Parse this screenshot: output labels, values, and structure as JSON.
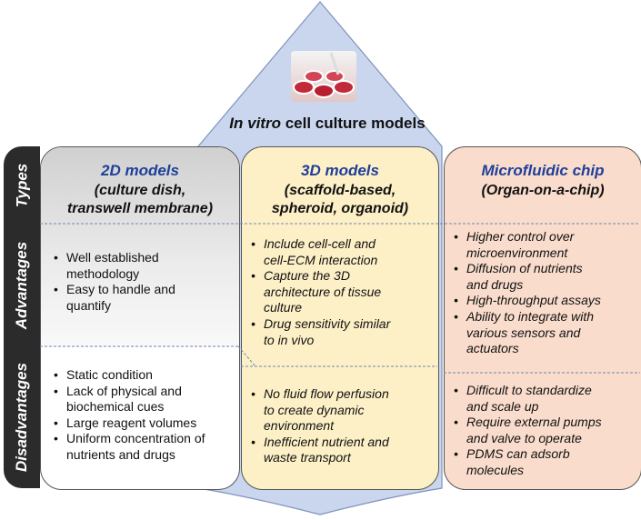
{
  "header": {
    "title_italic": "In vitro",
    "title_rest": " cell culture models",
    "image_icon": "cell-culture-plate-photo"
  },
  "rows": {
    "types": "Types",
    "advantages": "Advantages",
    "disadvantages": "Disadvantages"
  },
  "columns": [
    {
      "title": "2D models",
      "subtitle_lines": [
        "(culture dish,",
        "transwell membrane)"
      ],
      "advantages": [
        "Well established",
        "methodology",
        "Easy to handle and",
        "quantify"
      ],
      "advantage_bullets": [
        0,
        2
      ],
      "disadvantages": [
        "Static condition",
        "Lack of physical and",
        "biochemical cues",
        "Large reagent volumes",
        "Uniform concentration of",
        "nutrients and drugs"
      ],
      "disadvantage_bullets": [
        0,
        1,
        3,
        4
      ]
    },
    {
      "title": "3D models",
      "subtitle_lines": [
        "(scaffold-based,",
        "spheroid, organoid)"
      ],
      "advantages": [
        "Include cell-cell and",
        "cell-ECM interaction",
        "Capture the 3D",
        "architecture of tissue",
        "culture",
        "Drug sensitivity similar",
        "to in vivo"
      ],
      "advantage_bullets": [
        0,
        2,
        5
      ],
      "disadvantages": [
        "No fluid flow perfusion",
        "to create dynamic",
        "environment",
        "Inefficient nutrient and",
        "waste transport"
      ],
      "disadvantage_bullets": [
        0,
        3
      ]
    },
    {
      "title": "Microfluidic chip",
      "subtitle_lines": [
        "(Organ-on-a-chip)"
      ],
      "advantages": [
        "Higher control over",
        "microenvironment",
        "Diffusion of nutrients",
        "and drugs",
        "High-throughput assays",
        "Ability to integrate with",
        "various sensors and",
        "actuators"
      ],
      "advantage_bullets": [
        0,
        2,
        4,
        5
      ],
      "disadvantages": [
        "Difficult to standardize",
        "and scale up",
        "Require external pumps",
        "and valve to operate",
        "PDMS can adsorb",
        "molecules"
      ],
      "disadvantage_bullets": [
        0,
        2,
        4
      ]
    }
  ],
  "colors": {
    "shield_fill": "#c9d6ee",
    "shield_stroke": "#7f93bb",
    "title_blue": "#1f3f9a",
    "col3d_fill": "#fdf0c6",
    "colmf_fill": "#f9dccb",
    "sidebar": "#2b2b2b"
  }
}
